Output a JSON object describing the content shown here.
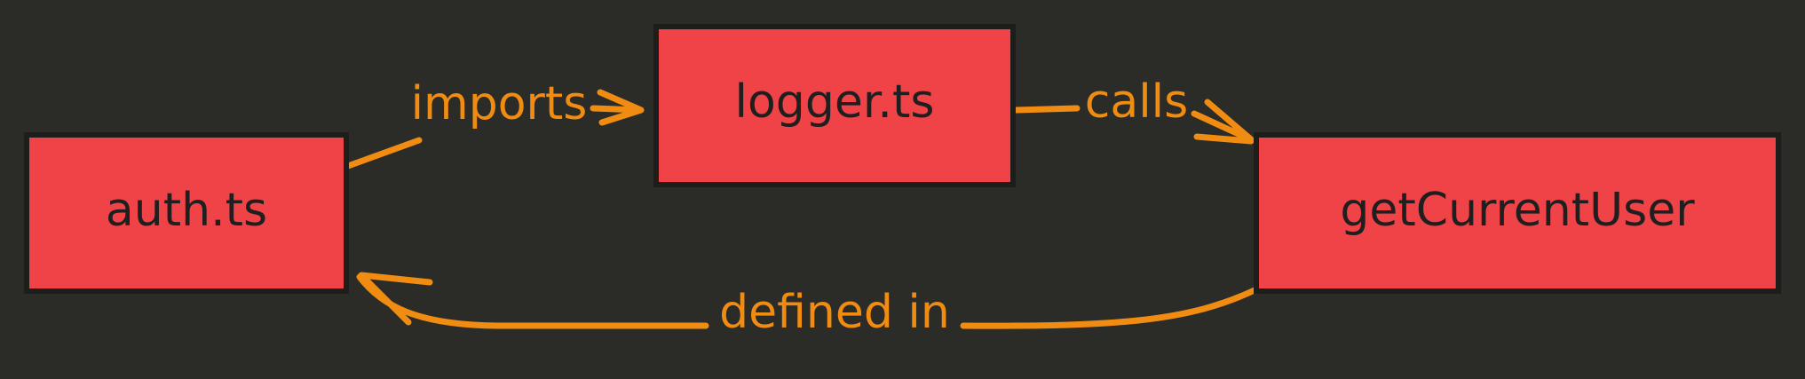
{
  "colors": {
    "background": "#2b2b28",
    "node_fill": "#ef4347",
    "node_stroke": "#1d1d1b",
    "node_text": "#1f1f1f",
    "edge": "#f08c12"
  },
  "nodes": {
    "auth": {
      "label": "auth.ts"
    },
    "logger": {
      "label": "logger.ts"
    },
    "user": {
      "label": "getCurrentUser"
    }
  },
  "edges": {
    "imports": {
      "label": "imports",
      "from": "auth.ts",
      "to": "logger.ts"
    },
    "calls": {
      "label": "calls",
      "from": "logger.ts",
      "to": "getCurrentUser"
    },
    "defined_in": {
      "label": "defined in",
      "from": "getCurrentUser",
      "to": "auth.ts"
    }
  }
}
